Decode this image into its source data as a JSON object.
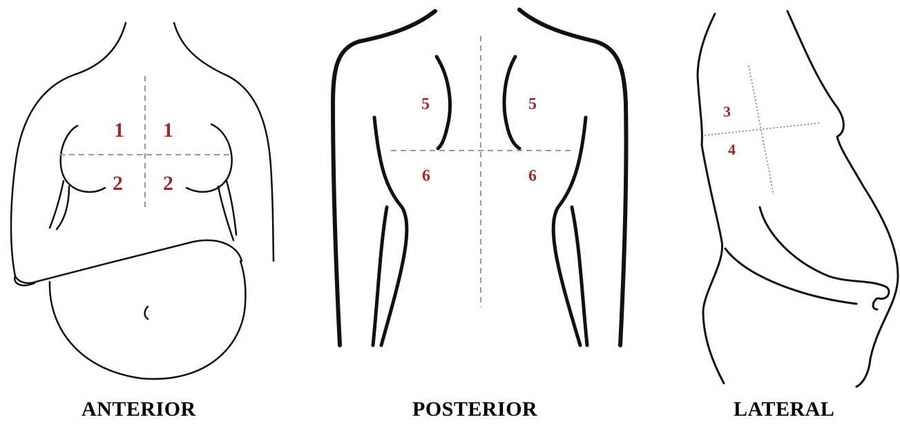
{
  "views": [
    {
      "id": "anterior",
      "caption": "ANTERIOR",
      "zones": [
        "1",
        "1",
        "2",
        "2"
      ]
    },
    {
      "id": "posterior",
      "caption": "POSTERIOR",
      "zones": [
        "5",
        "5",
        "6",
        "6"
      ]
    },
    {
      "id": "lateral",
      "caption": "LATERAL",
      "zones": [
        "3",
        "4"
      ]
    }
  ],
  "colors": {
    "zone_label": "#9b2a2a",
    "outline": "#111111",
    "guide": "#9a9a9a"
  }
}
